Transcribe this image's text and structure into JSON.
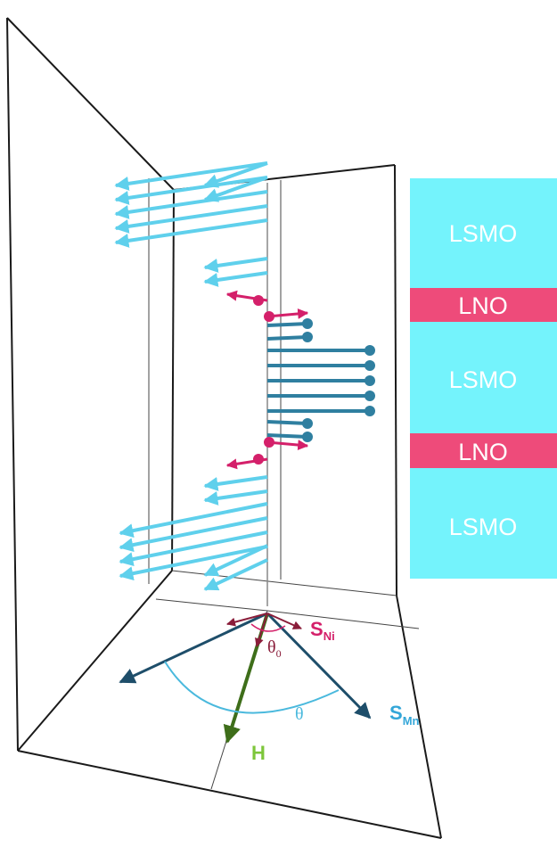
{
  "layers": [
    {
      "label": "LSMO",
      "kind": "LSMO"
    },
    {
      "label": "LNO",
      "kind": "LNO"
    },
    {
      "label": "LSMO",
      "kind": "LSMO"
    },
    {
      "label": "LNO",
      "kind": "LNO"
    },
    {
      "label": "LSMO",
      "kind": "LSMO"
    }
  ],
  "labels": {
    "s_ni": {
      "main": "S",
      "sub": "Ni"
    },
    "s_mn": {
      "main": "S",
      "sub": "Mn"
    },
    "h": "H",
    "theta": "θ",
    "theta0": {
      "main": "θ",
      "sub": "0"
    }
  },
  "colors": {
    "lsmo_layer": "#74f3fc",
    "lno_layer": "#ee4b7a",
    "mn_light": "#5fd0ec",
    "mn_dark": "#2f7fa0",
    "ni": "#d4206a",
    "field": "#3e6e1a",
    "field_label": "#7dc63a",
    "s_ni_label": "#d4206a",
    "s_mn_label": "#33a6d8",
    "theta_arc": "#4ab9dd",
    "theta0_label": "#8a1d3a",
    "frame": "#1a1a1a"
  }
}
